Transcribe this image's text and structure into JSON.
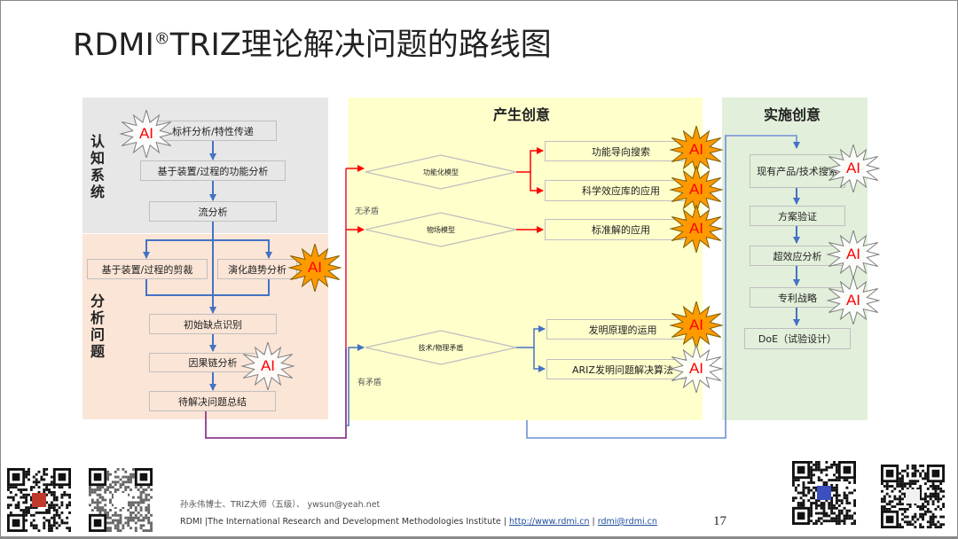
{
  "slide": {
    "title_prefix": "RDMI",
    "title_reg": "®",
    "title_rest": "TRIZ理论解决问题的路线图",
    "page_number": "17"
  },
  "colors": {
    "panel_gray": "#e7e7e7",
    "panel_pink": "#fbe5d6",
    "panel_yellow": "#ffffcc",
    "panel_green": "#e2efda",
    "arrow_blue": "#4472c4",
    "arrow_red": "#ff0000",
    "connector_purple": "#7030a0",
    "ai_burst_orange": "#ff9900",
    "ai_text_red": "#ff0000"
  },
  "sections": {
    "cognize": {
      "label": "认知系统"
    },
    "analyze": {
      "label": "分析问题"
    },
    "generate": {
      "label": "产生创意"
    },
    "implement": {
      "label": "实施创意"
    }
  },
  "cognize_steps": [
    {
      "label": "标杆分析/特性传递"
    },
    {
      "label": "基于装置/过程的功能分析"
    },
    {
      "label": "流分析"
    }
  ],
  "analyze_steps": [
    {
      "label": "基于装置/过程的剪裁"
    },
    {
      "label": "演化趋势分析"
    },
    {
      "label": "初始缺点识别"
    },
    {
      "label": "因果链分析"
    },
    {
      "label": "待解决问题总结"
    }
  ],
  "generate": {
    "no_contradiction_label": "无矛盾",
    "contradiction_label": "有矛盾",
    "models": [
      {
        "label": "功能化模型"
      },
      {
        "label": "物场模型"
      },
      {
        "label": "技术/物理矛盾"
      }
    ],
    "tools": [
      {
        "label": "功能导向搜索"
      },
      {
        "label": "科学效应库的应用"
      },
      {
        "label": "标准解的应用"
      },
      {
        "label": "发明原理的运用"
      },
      {
        "label": "ARIZ发明问题解决算法"
      }
    ]
  },
  "implement_steps": [
    {
      "label": "现有产品/技术搜索"
    },
    {
      "label": "方案验证"
    },
    {
      "label": "超效应分析"
    },
    {
      "label": "专利战略"
    },
    {
      "label": "DoE（试验设计）"
    }
  ],
  "ai_badge": {
    "label": "AI"
  },
  "footer": {
    "author_line": "孙永伟博士、TRIZ大师（五级）、 ywsun@yeah.net",
    "institute_line": "RDMI |The International Research and Development Methodologies Institute | ",
    "website": "http://www.rdmi.cn",
    "separator": " | ",
    "email": "rdmi@rdmi.cn"
  }
}
